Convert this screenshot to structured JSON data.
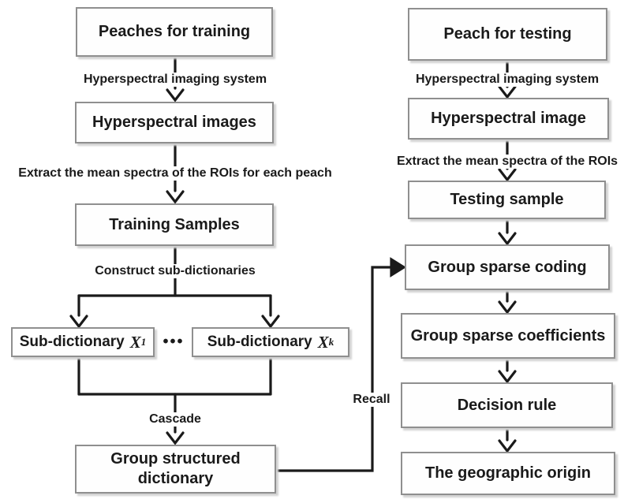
{
  "flow": {
    "training": {
      "peaches_for_training": "Peaches for training",
      "imaging_system_label": "Hyperspectral imaging system",
      "hyperspectral_images": "Hyperspectral images",
      "extract_label": "Extract the mean spectra of the ROIs for each peach",
      "training_samples": "Training Samples",
      "construct_label": "Construct sub-dictionaries",
      "sub_dictionary_1": {
        "label": "Sub-dictionary",
        "symbol": "X",
        "subscript": "1"
      },
      "ellipsis": "•••",
      "sub_dictionary_k": {
        "label": "Sub-dictionary",
        "symbol": "X",
        "subscript": "k"
      },
      "cascade_label": "Cascade",
      "group_structured_dictionary": "Group structured dictionary"
    },
    "testing": {
      "peach_for_testing": "Peach for testing",
      "imaging_system_label": "Hyperspectral imaging system",
      "hyperspectral_image": "Hyperspectral image",
      "extract_label": "Extract the mean spectra of the ROIs",
      "testing_sample": "Testing sample",
      "group_sparse_coding": "Group sparse coding",
      "group_sparse_coefficients": "Group sparse coefficients",
      "decision_rule": "Decision rule",
      "the_geographic_origin": "The geographic origin"
    },
    "recall_label": "Recall",
    "colors": {
      "line": "#1a1a1a",
      "box_border": "#8f8f8f",
      "text": "#1a1a1a"
    }
  }
}
